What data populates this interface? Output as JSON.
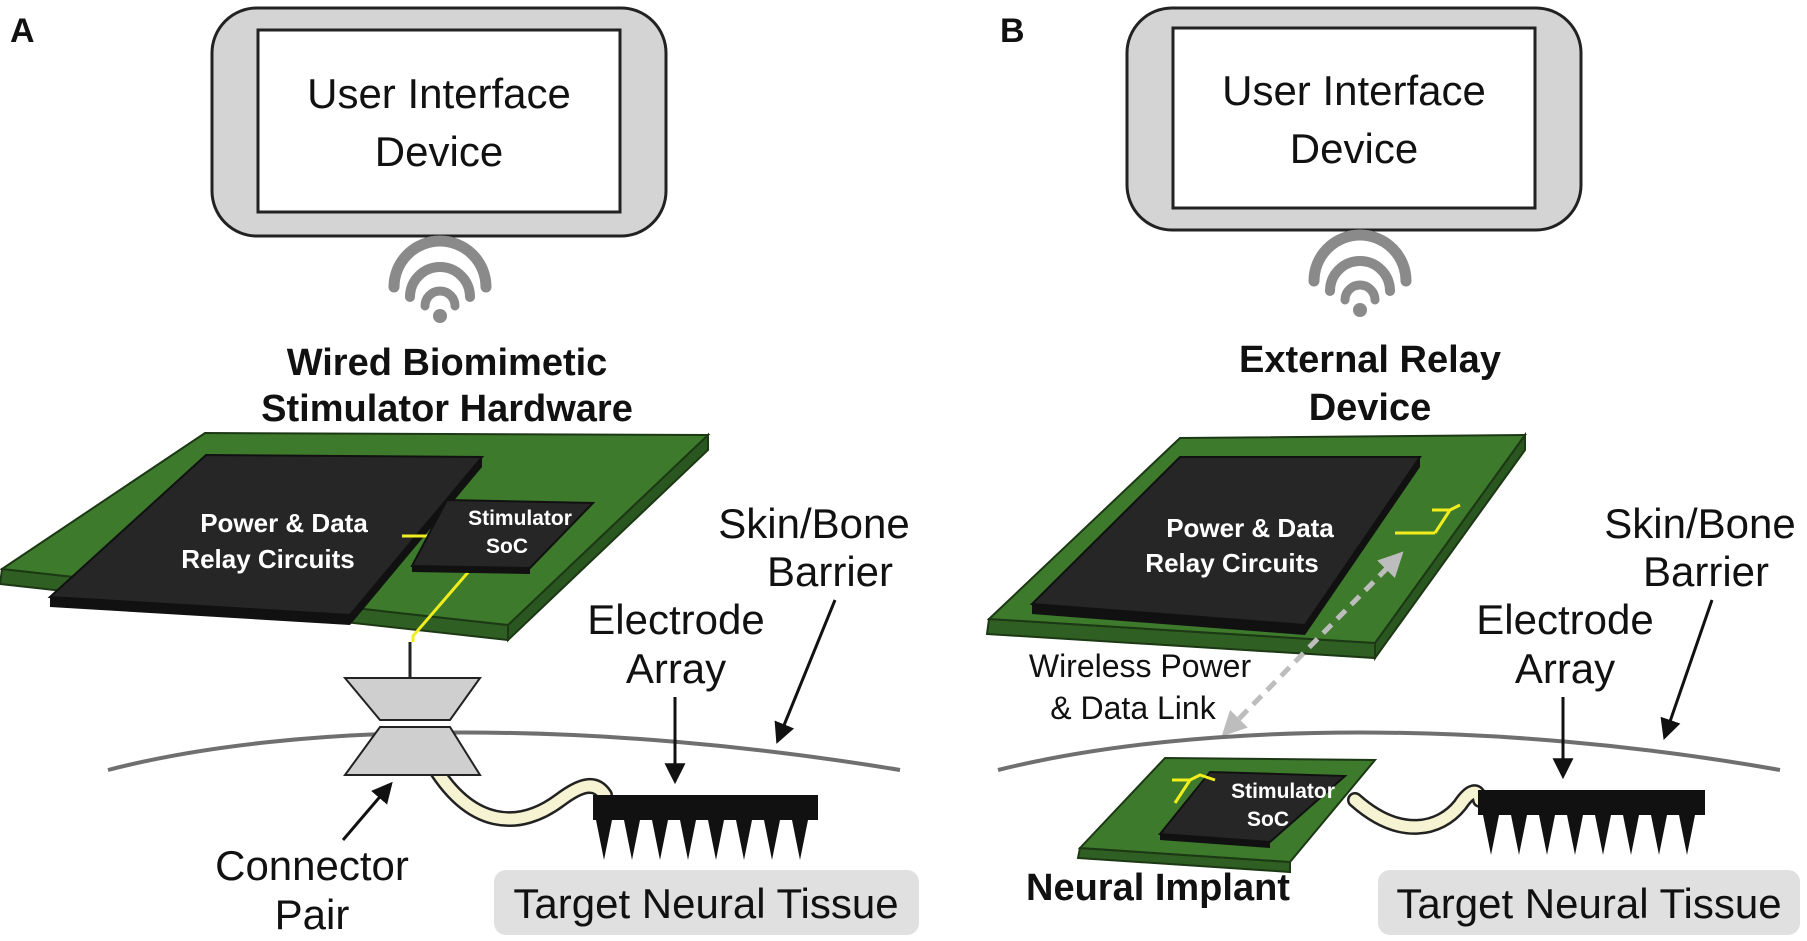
{
  "colors": {
    "pcb": "#3d7a2c",
    "chip": "#262626",
    "trace": "#f2ee1e",
    "device_frame": "#d4d4d4",
    "cable": "#f5f3d2",
    "tissue_box": "#e0e0e0",
    "skin_line": "#6f6f6f",
    "link_arrow": "#bdbdbd"
  },
  "panel_a": {
    "letter": "A",
    "ui_device": {
      "line1": "User Interface",
      "line2": "Device",
      "icon": "wifi-icon"
    },
    "hardware_title": {
      "line1": "Wired Biomimetic",
      "line2": "Stimulator Hardware"
    },
    "relay_chip": {
      "line1": "Power & Data",
      "line2": "Relay Circuits"
    },
    "soc_chip": {
      "line1": "Stimulator",
      "line2": "SoC"
    },
    "skin": {
      "line1": "Skin/Bone",
      "line2": "Barrier"
    },
    "electrode": {
      "line1": "Electrode",
      "line2": "Array"
    },
    "connector": {
      "line1": "Connector",
      "line2": "Pair"
    },
    "tissue": "Target Neural Tissue"
  },
  "panel_b": {
    "letter": "B",
    "ui_device": {
      "line1": "User Interface",
      "line2": "Device",
      "icon": "wifi-icon"
    },
    "relay_title": {
      "line1": "External Relay",
      "line2": "Device"
    },
    "relay_chip": {
      "line1": "Power & Data",
      "line2": "Relay Circuits"
    },
    "wireless_link": {
      "line1": "Wireless Power",
      "line2": "& Data Link"
    },
    "soc_chip": {
      "line1": "Stimulator",
      "line2": "SoC"
    },
    "implant_title": "Neural Implant",
    "skin": {
      "line1": "Skin/Bone",
      "line2": "Barrier"
    },
    "electrode": {
      "line1": "Electrode",
      "line2": "Array"
    },
    "tissue": "Target Neural Tissue"
  }
}
